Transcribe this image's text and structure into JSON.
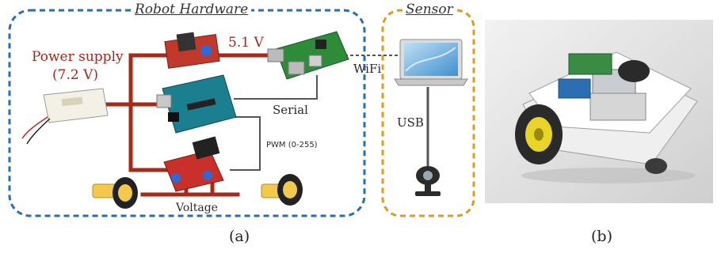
{
  "panel_a": {
    "caption": "(a)",
    "groups": {
      "robot_hardware": "Robot Hardware",
      "sensor": "Sensor"
    },
    "labels": {
      "power_supply": "Power supply",
      "power_voltage": "(7.2 V)",
      "regulator_voltage": "5.1 V",
      "wifi": "WiFi",
      "serial": "Serial",
      "pwm": "PWM (0-255)",
      "usb": "USB",
      "voltage": "Voltage"
    },
    "colors": {
      "robot_border": "#2a6cb8",
      "sensor_border": "#e49a1d",
      "power_wire": "#a52a1a",
      "signal_wire": "#555555"
    }
  },
  "panel_b": {
    "caption": "(b)"
  }
}
